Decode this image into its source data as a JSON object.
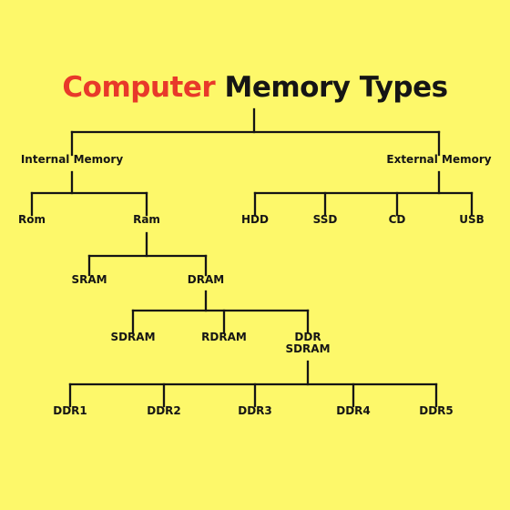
{
  "colors": {
    "background": "#fdf86a",
    "title_accent": "#e8392a",
    "title_main": "#151515",
    "lines": "#151515",
    "text": "#151515"
  },
  "title": {
    "word1": "Computer",
    "word2": "Memory Types"
  },
  "tree": {
    "label": "",
    "children": [
      {
        "label": "Internal Memory",
        "children": [
          {
            "label": "Rom"
          },
          {
            "label": "Ram",
            "children": [
              {
                "label": "SRAM"
              },
              {
                "label": "DRAM",
                "children": [
                  {
                    "label": "SDRAM"
                  },
                  {
                    "label": "RDRAM"
                  },
                  {
                    "label": "DDR\nSDRAM",
                    "children": [
                      {
                        "label": "DDR1"
                      },
                      {
                        "label": "DDR2"
                      },
                      {
                        "label": "DDR3"
                      },
                      {
                        "label": "DDR4"
                      },
                      {
                        "label": "DDR5"
                      }
                    ]
                  }
                ]
              }
            ]
          }
        ]
      },
      {
        "label": "External Memory",
        "children": [
          {
            "label": "HDD"
          },
          {
            "label": "SSD"
          },
          {
            "label": "CD"
          },
          {
            "label": "USB"
          }
        ]
      }
    ]
  }
}
